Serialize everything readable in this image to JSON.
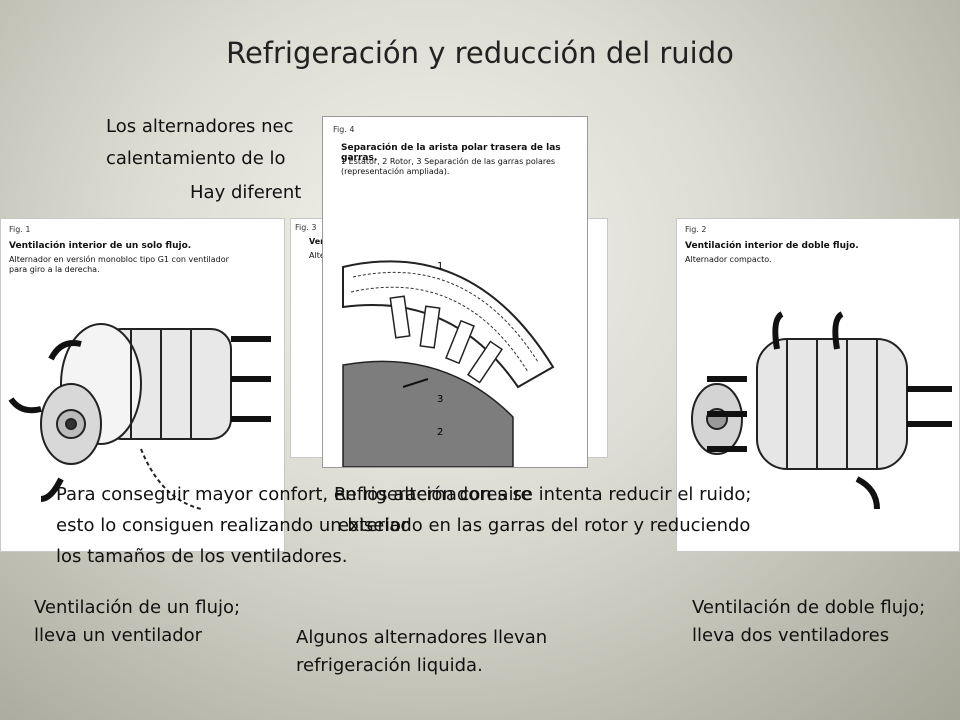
{
  "title": "Refrigeración y reducción del ruido",
  "intro": {
    "line1": "Los alternadores nec                                    debido al",
    "line2": "calentamiento de lo                                    o joule.",
    "line3": "Hay diferent                                    ción:"
  },
  "figures": {
    "fig1": {
      "num": "Fig. 1",
      "title": "Ventilación interior de un solo flujo.",
      "text_1": "Alternador en versión monobloc tipo G1 con ventilador",
      "text_2": "para giro a la derecha."
    },
    "fig2": {
      "num": "Fig. 2",
      "title": "Ventilación interior de doble flujo.",
      "text": "Alternador compacto."
    },
    "fig3": {
      "num": "Fig. 3",
      "title": "Ventil",
      "text": "Altern"
    },
    "fig4": {
      "num": "Fig. 4",
      "title": "Separación de la arista polar trasera de las garras.",
      "text_1": "1 Estátor, 2 Rotor, 3 Separación de las garras polares",
      "text_2": "(representación ampliada).",
      "label_1": "1",
      "label_2": "2",
      "label_3": "3"
    }
  },
  "overlay": {
    "line1a": "Para conseguir mayor confort, en los alternadores se intenta reducir el ruido;",
    "line1b": "Refrigeración con aire",
    "line2a": "esto lo consiguen realizando un biselado en las garras del rotor y reduciendo",
    "line2b": "exterior",
    "line3": "los tamaños de los ventiladores."
  },
  "captions": {
    "one_flow": "Ventilación de un flujo; lleva un ventilador",
    "liquid": "Algunos alternadores llevan refrigeración liquida.",
    "double_flow": "Ventilación de doble flujo; lleva dos ventiladores"
  }
}
